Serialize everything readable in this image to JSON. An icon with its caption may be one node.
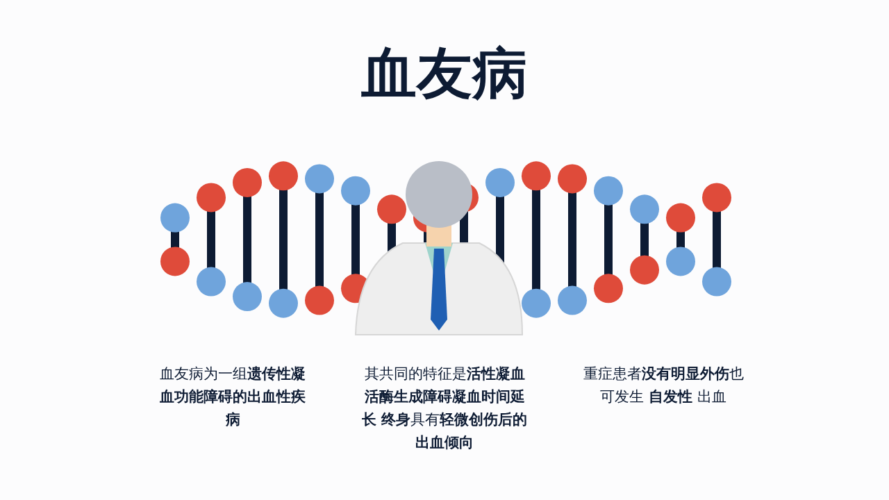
{
  "diagram": {
    "title": "血友病",
    "labels": [
      "血友病为一组**遗传性凝血功能障碍的出血性疾病**",
      "其共同的特征是**活性凝血活酶生成障碍凝血时间延长 终身**具有**轻微创伤后的出血倾向**",
      "重症患者**没有明显外伤**也可发生 **自发性** 出血"
    ]
  }
}
